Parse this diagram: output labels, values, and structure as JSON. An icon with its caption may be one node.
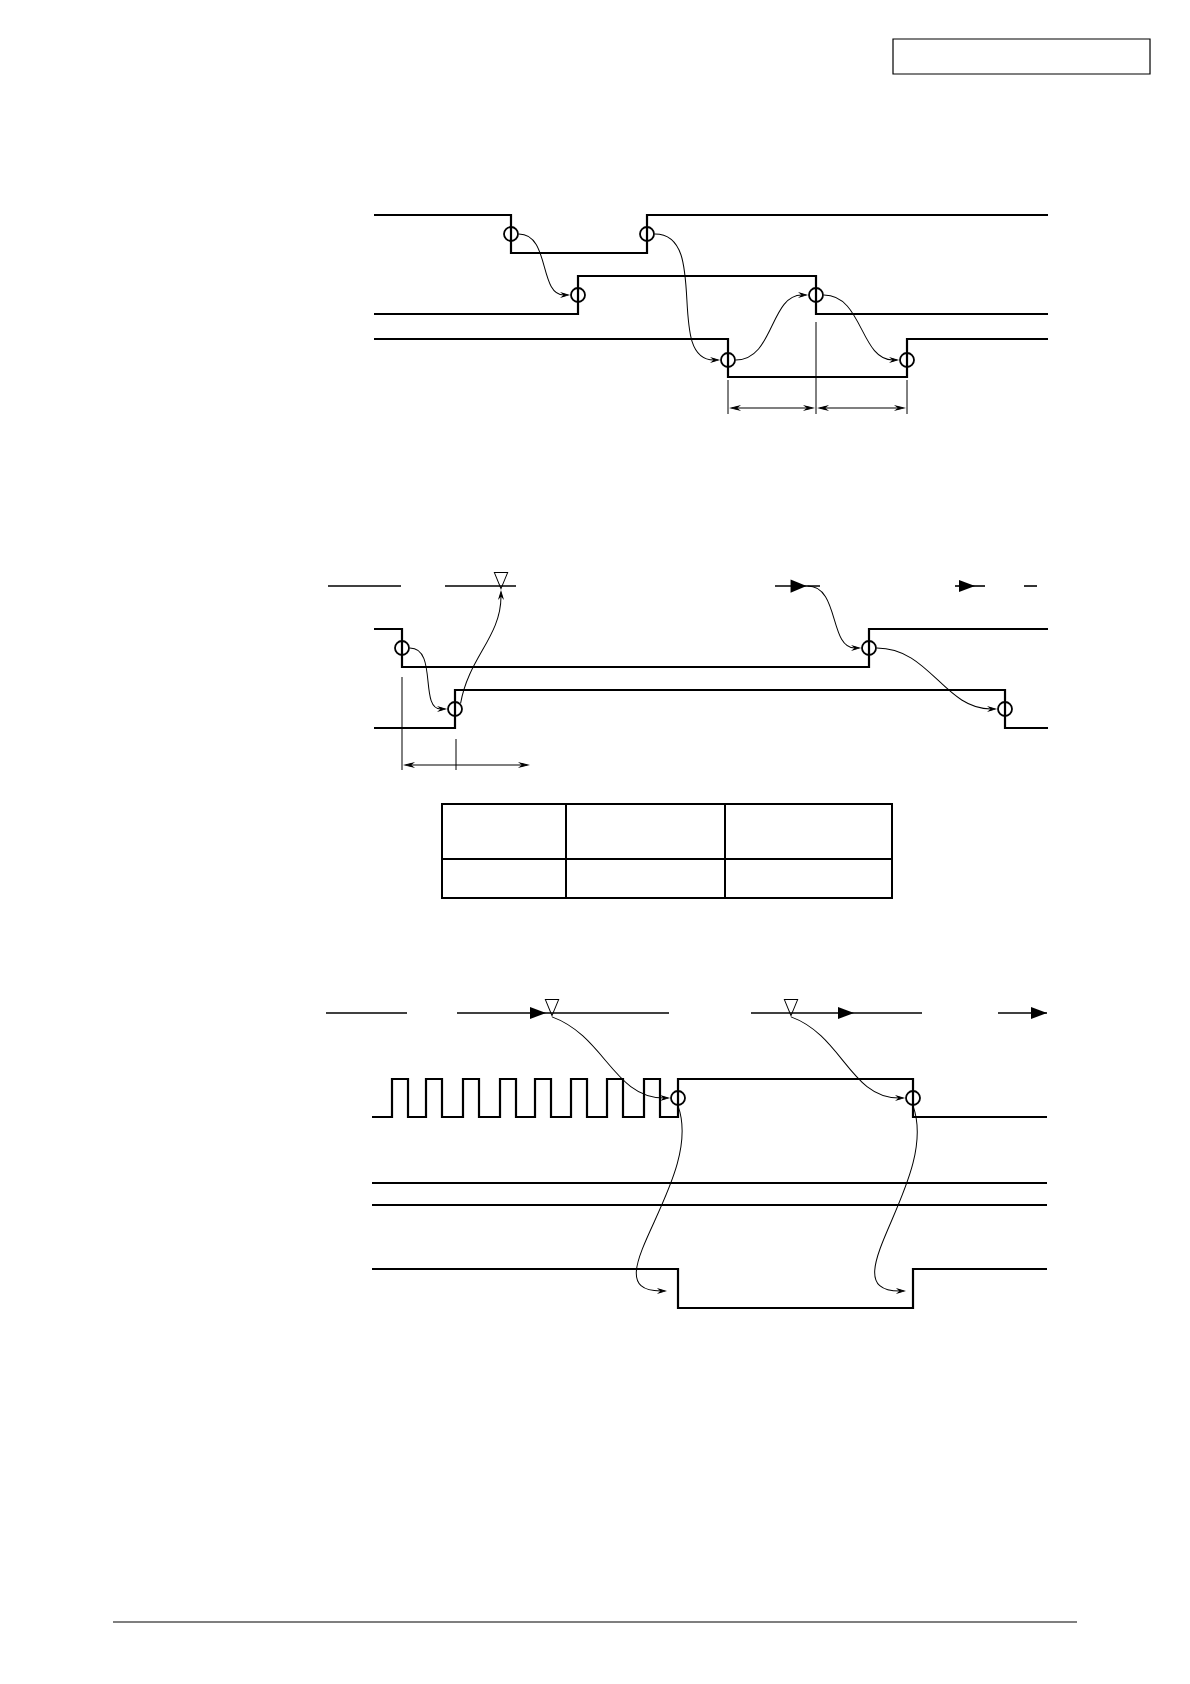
{
  "diagram": {
    "nodes": [
      {
        "text": [],
        "shape": "circle"
      },
      {
        "text": [],
        "shape": "circle"
      },
      {
        "text": [],
        "shape": "circle"
      },
      {
        "text": [],
        "shape": "circle"
      },
      {
        "text": [],
        "shape": "circle"
      },
      {
        "text": [],
        "shape": "circle"
      },
      {
        "text": [],
        "shape": "triangle"
      },
      {
        "text": [],
        "shape": "triangle"
      },
      {
        "text": [],
        "shape": "circle"
      },
      {
        "text": [],
        "shape": "circle"
      },
      {
        "text": [],
        "shape": "circle"
      },
      {
        "text": [],
        "shape": "circle"
      },
      {
        "text": [],
        "shape": "triangle"
      },
      {
        "text": [],
        "shape": "triangle"
      },
      {
        "text": [],
        "shape": "circle"
      },
      {
        "text": [],
        "shape": "circle"
      }
    ],
    "edges": [
      {
        "from": 0,
        "to": 2,
        "arrow": "to"
      },
      {
        "from": 1,
        "to": 4,
        "arrow": "to"
      },
      {
        "from": 4,
        "to": 3,
        "arrow": "to"
      },
      {
        "from": 3,
        "to": 5,
        "arrow": "to"
      },
      {
        "from": 8,
        "to": 10,
        "arrow": "to"
      },
      {
        "from": 10,
        "to": 6,
        "arrow": "to"
      },
      {
        "from": 7,
        "to": 9,
        "arrow": "to"
      },
      {
        "from": 9,
        "to": 11,
        "arrow": "to"
      },
      {
        "from": 12,
        "to": 14,
        "arrow": "to"
      },
      {
        "from": 14,
        "to": null,
        "arrow": "to"
      },
      {
        "from": 13,
        "to": 15,
        "arrow": "to"
      },
      {
        "from": 15,
        "to": null,
        "arrow": "to"
      }
    ]
  }
}
